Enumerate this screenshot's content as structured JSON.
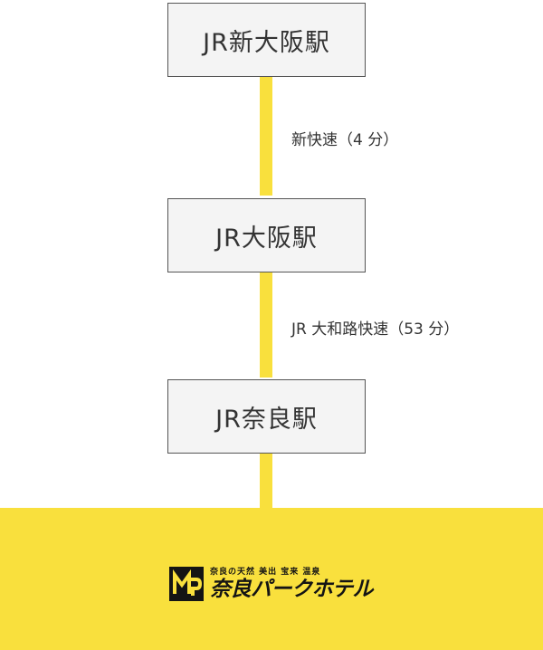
{
  "stations": [
    {
      "name": "JR新大阪駅"
    },
    {
      "name": "JR大阪駅"
    },
    {
      "name": "JR奈良駅"
    }
  ],
  "legs": [
    {
      "label": "新快速（4 分）"
    },
    {
      "label": "JR 大和路快速（53 分）"
    }
  ],
  "destination": {
    "tagline": "奈良の天然 美出 宝来 温泉",
    "name": "奈良パークホテル"
  },
  "colors": {
    "route_line": "#f9e03d",
    "station_fill": "#f4f4f4",
    "station_border": "#555555",
    "text": "#333333",
    "logo": "#141414"
  }
}
